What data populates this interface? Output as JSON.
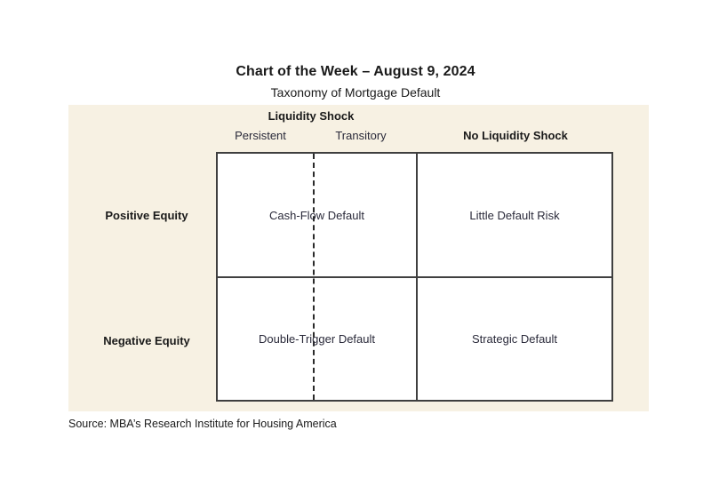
{
  "title": {
    "main": "Chart of the Week – August 9, 2024",
    "subtitle": "Taxonomy of Mortgage Default"
  },
  "chart_data": {
    "type": "table",
    "title": "Taxonomy of Mortgage Default",
    "column_groups": [
      {
        "label": "Liquidity Shock",
        "bold": true,
        "subcolumns": [
          "Persistent",
          "Transitory"
        ]
      },
      {
        "label": "No Liquidity Shock",
        "bold": true,
        "subcolumns": []
      }
    ],
    "row_headers": [
      "Positive Equity",
      "Negative Equity"
    ],
    "cells": [
      [
        "Cash-Flow Default",
        "Little Default Risk"
      ],
      [
        "Double-Trigger Default",
        "Strategic Default"
      ]
    ],
    "notes": "Dashed divider separates Persistent and Transitory liquidity shocks within the liquidity-shock column.",
    "grid": true,
    "legend_position": "none"
  },
  "matrix": {
    "col_header_group": "Liquidity Shock",
    "col_sub_left": "Persistent",
    "col_sub_right": "Transitory",
    "col_header_right": "No Liquidity Shock",
    "row_header_top": "Positive Equity",
    "row_header_bottom": "Negative Equity",
    "cell_top_left": "Cash-Flow Default",
    "cell_top_right": "Little Default Risk",
    "cell_bottom_left": "Double-Trigger Default",
    "cell_bottom_right": "Strategic Default"
  },
  "source": {
    "text": "Source: MBA’s Research Institute for Housing America"
  },
  "colors": {
    "panel_background": "#f7f1e3",
    "page_background": "#ffffff",
    "grid_line": "#3f3f3f",
    "heading_text": "#1a1a1a",
    "cell_text": "#2a2a3a"
  }
}
